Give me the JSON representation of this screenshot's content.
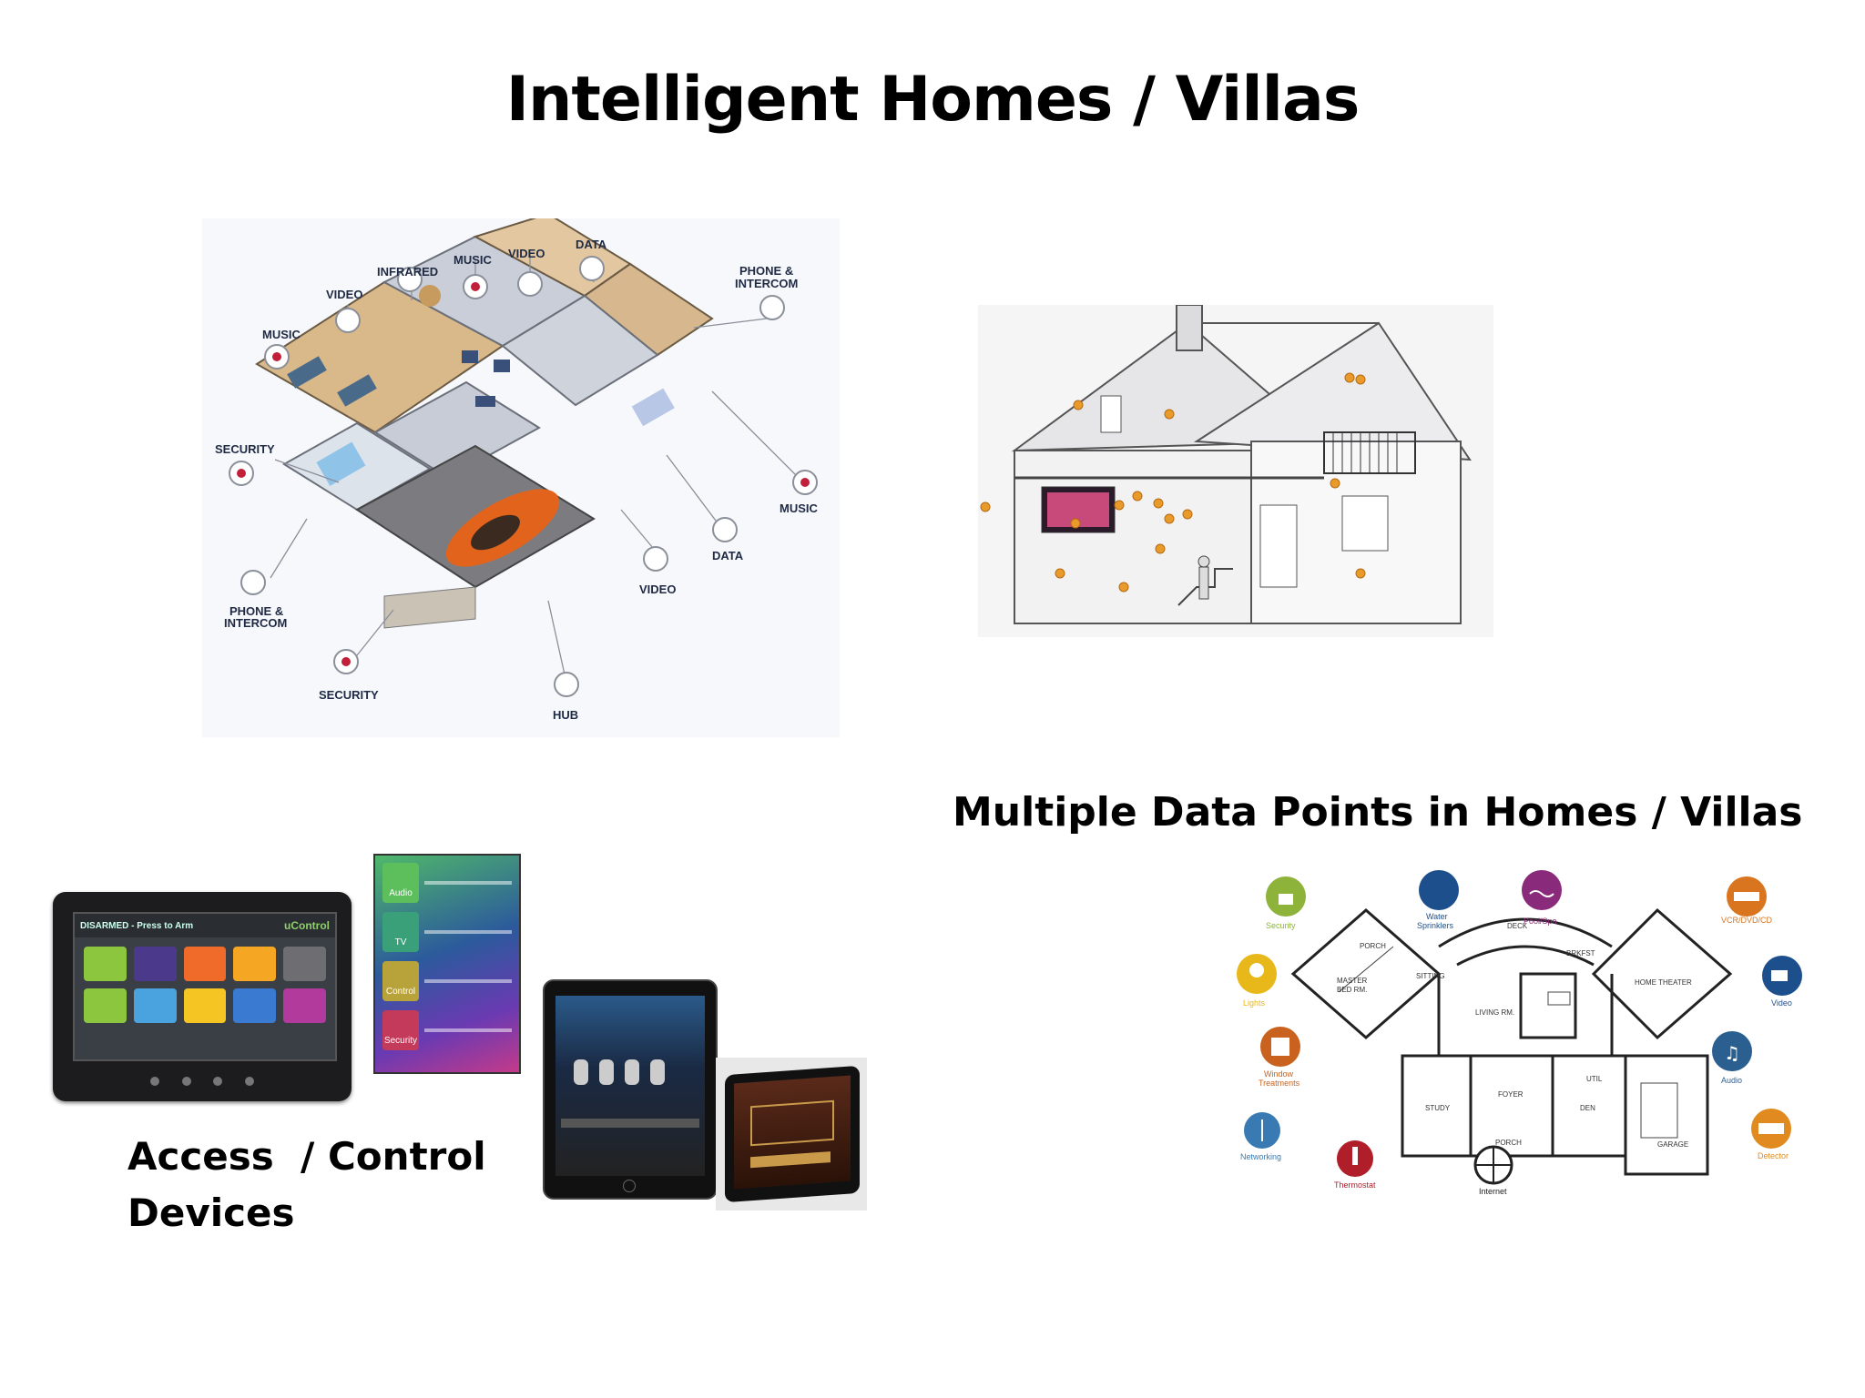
{
  "slide": {
    "title": "Intelligent Homes / Villas",
    "caption_data_points": "Multiple Data Points in Homes / Villas",
    "caption_devices_line1": "Access  / Control",
    "caption_devices_line2": "Devices"
  },
  "isometric_plan": {
    "labels": {
      "music_left": "MUSIC",
      "video_left": "VIDEO",
      "infrared": "INFRARED",
      "music_top": "MUSIC",
      "video_top": "VIDEO",
      "data_top": "DATA",
      "phone_right_1": "PHONE &",
      "phone_right_2": "INTERCOM",
      "security_left": "SECURITY",
      "music_right": "MUSIC",
      "data_bottom": "DATA",
      "video_bottom": "VIDEO",
      "phone_left_1": "PHONE &",
      "phone_left_2": "INTERCOM",
      "security_bottom": "SECURITY",
      "hub": "HUB"
    }
  },
  "floorplan": {
    "rooms": {
      "porch_top": "PORCH",
      "deck": "DECK",
      "master": "MASTER",
      "master2": "BED RM.",
      "sitting": "SITTING",
      "breakfast": "BRKFST",
      "home_theater": "HOME THEATER",
      "living": "LIVING RM.",
      "study": "STUDY",
      "foyer": "FOYER",
      "porch_bottom": "PORCH",
      "den": "DEN",
      "util": "UTIL",
      "garage": "GARAGE"
    },
    "icons": {
      "security": "Security",
      "water": "Water",
      "water2": "Sprinklers",
      "pool": "Pool/Spa",
      "vcr": "VCR/DVD/CD",
      "lights": "Lights",
      "video": "Video",
      "window": "Window",
      "window2": "Treatments",
      "audio": "Audio",
      "networking": "Networking",
      "thermostat": "Thermostat",
      "internet": "Internet",
      "detector": "Detector"
    },
    "colors": {
      "security": "#8db33a",
      "water": "#1d4f8c",
      "pool": "#8a2a7a",
      "vcr": "#d9741f",
      "lights": "#e8b81a",
      "video": "#1d4f8c",
      "window": "#c9621f",
      "audio": "#2b5f8f",
      "networking": "#3a7ab2",
      "thermostat": "#b01e2a",
      "internet": "#222222",
      "detector": "#e08a1f"
    }
  },
  "touch_panel": {
    "status_text": "DISARMED - Press to Arm",
    "brand": "uControl"
  },
  "phone_menu": {
    "items": [
      "Audio",
      "TV",
      "Control",
      "Security"
    ]
  }
}
